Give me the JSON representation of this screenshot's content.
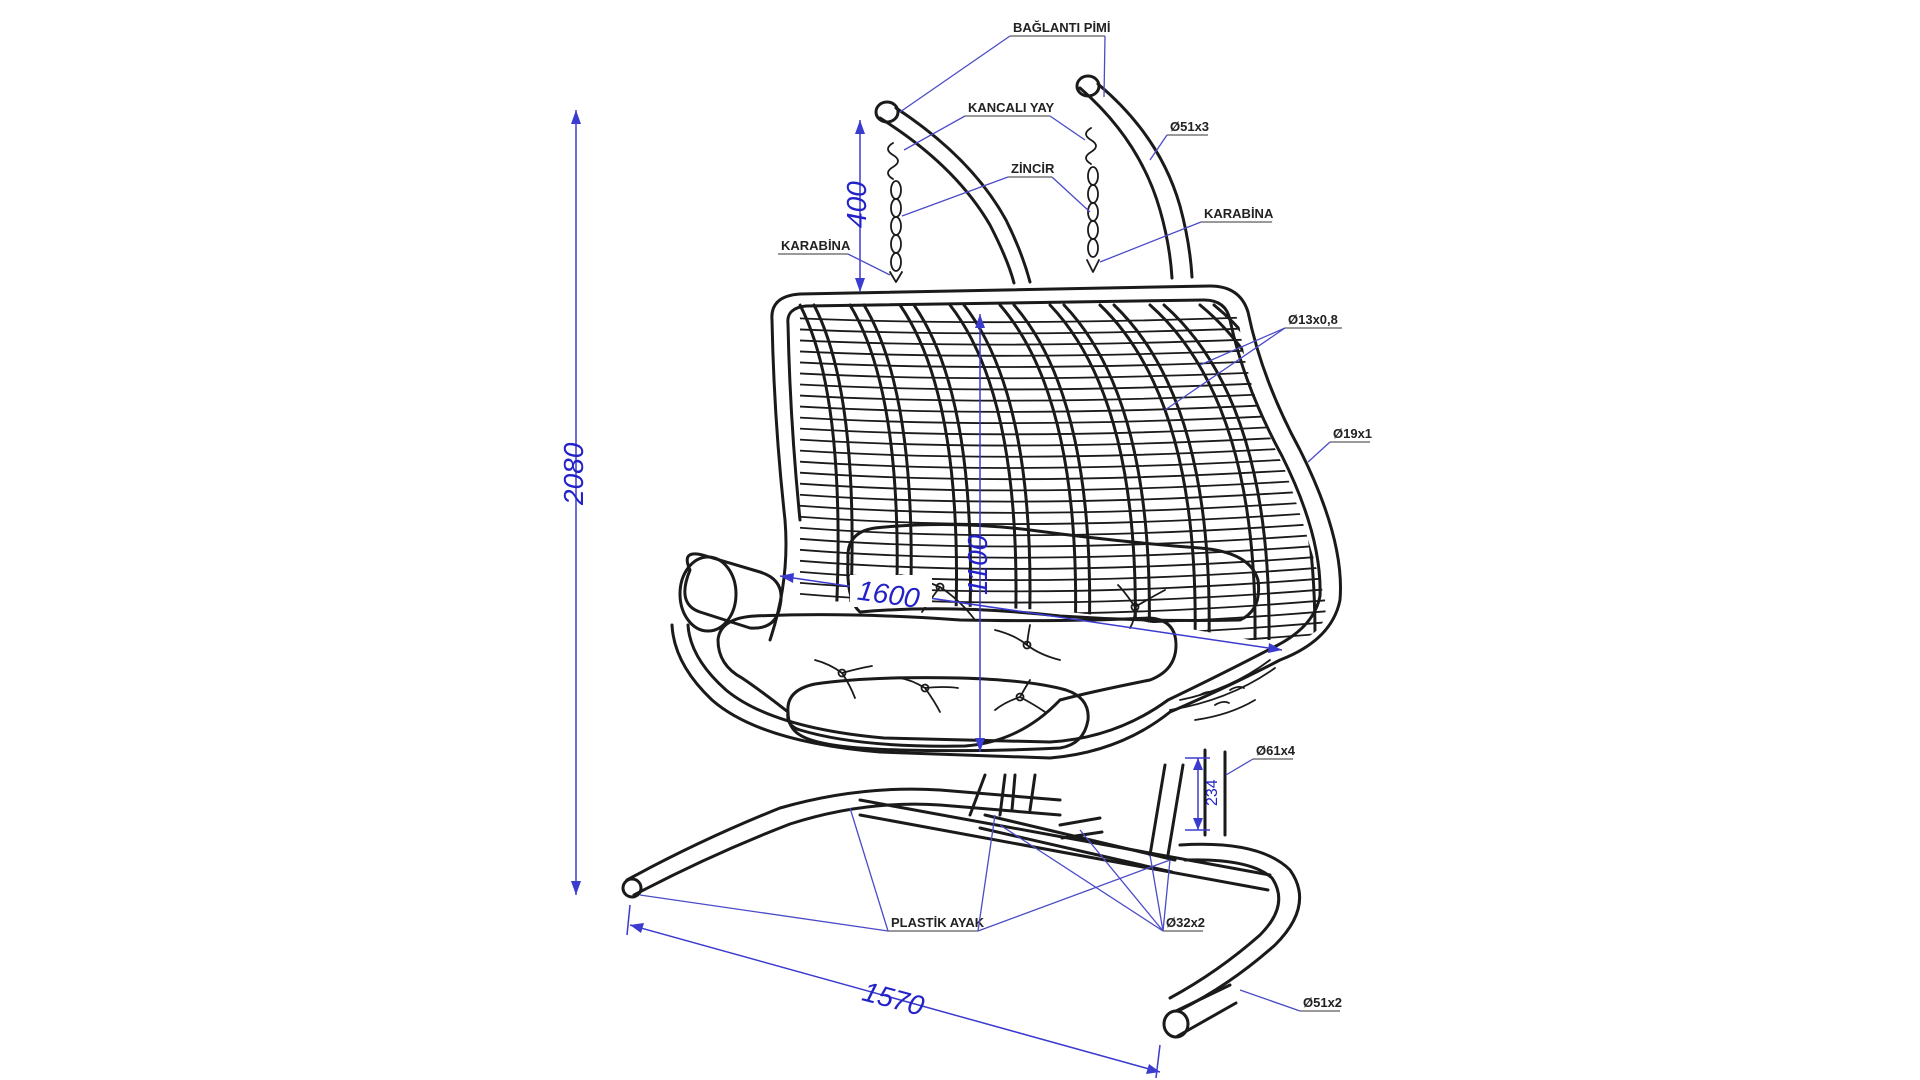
{
  "labels": {
    "baglanti_pimi": "BAĞLANTI PİMİ",
    "kancali_yay": "KANCALI YAY",
    "zincir": "ZİNCİR",
    "karabina_left": "KARABİNA",
    "karabina_right": "KARABİNA",
    "d51x3": "Ø51x3",
    "d13x08": "Ø13x0,8",
    "d19x1": "Ø19x1",
    "d61x4": "Ø61x4",
    "plastik_ayak": "PLASTİK AYAK",
    "d32x2": "Ø32x2",
    "d51x2": "Ø51x2"
  },
  "dimensions": {
    "height_total": "2080",
    "chain_length": "400",
    "seat_width": "1600",
    "seat_height": "1100",
    "base_width": "1570",
    "leg_gap": "234"
  },
  "colors": {
    "ink": "#1a1a1a",
    "dimension": "#3b3bd0"
  }
}
